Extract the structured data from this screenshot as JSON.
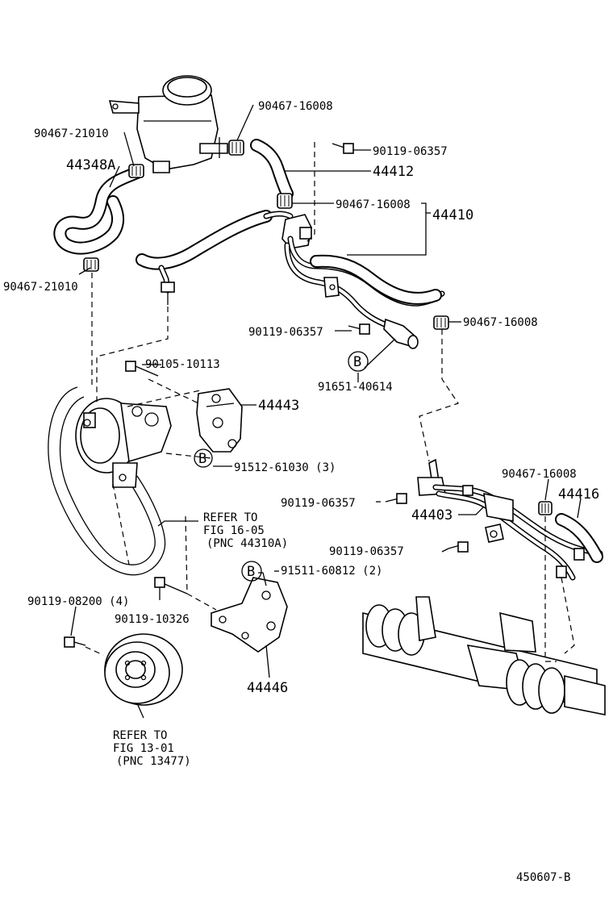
{
  "parts": {
    "p_44348A": "44348A",
    "p_90467_21010_top": "90467-21010",
    "p_90467_16008_top": "90467-16008",
    "p_90119_06357_top": "90119-06357",
    "p_44412": "44412",
    "p_90467_16008_mid": "90467-16008",
    "p_44410": "44410",
    "p_90467_21010_left": "90467-21010",
    "p_90119_06357_mid": "90119-06357",
    "p_90467_16008_right": "90467-16008",
    "p_91651_40614": "91651-40614",
    "p_90105_10113": "90105-10113",
    "p_44443": "44443",
    "p_91512_61030": "91512-61030 (3)",
    "p_90467_16008_low": "90467-16008",
    "p_44416": "44416",
    "p_90119_06357_low1": "90119-06357",
    "p_44403": "44403",
    "p_90119_06357_low2": "90119-06357",
    "p_91511_60812": "91511-60812 (2)",
    "p_90119_08200": "90119-08200 (4)",
    "p_90119_10326": "90119-10326",
    "p_44446": "44446"
  },
  "callouts": {
    "b_marker": "B",
    "refer_belt": [
      "REFER TO",
      "FIG 16-05",
      "(PNC 44310A)"
    ],
    "refer_pulley": [
      "REFER TO",
      "FIG 13-01",
      "(PNC 13477)"
    ]
  },
  "figure_code": "450607-B"
}
